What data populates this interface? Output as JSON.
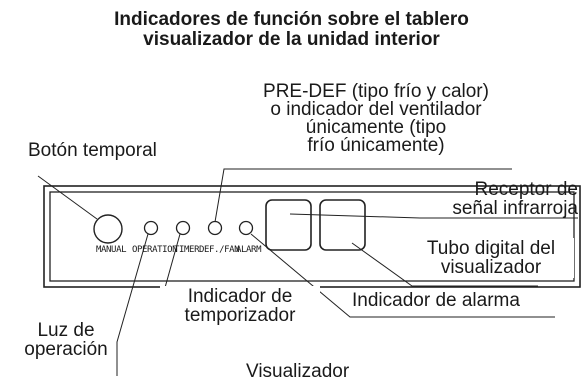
{
  "title": {
    "line1": "Indicadores de función sobre el tablero",
    "line2": "visualizador de la unidad interior"
  },
  "callouts": {
    "pre_def": {
      "line1": "PRE-DEF (tipo frío y calor)",
      "line2": "o indicador del ventilador",
      "line3": "únicamente (tipo",
      "line4": "frío únicamente)"
    },
    "manual_button": "Botón temporal",
    "receiver": {
      "line1": "Receptor de",
      "line2": "señal infrarroja"
    },
    "digital_tube": {
      "line1": "Tubo digital del",
      "line2": "visualizador"
    },
    "alarm": "Indicador de alarma",
    "timer": {
      "line1": "Indicador de",
      "line2": "temporizador"
    },
    "operation": {
      "line1": "Luz de",
      "line2": "operación"
    }
  },
  "panel": {
    "labels": {
      "manual": "MANUAL",
      "operation": "OPERATION",
      "timer": "TIMER",
      "def_fan": "DEF./FAN",
      "alarm": "ALARM"
    }
  },
  "caption": "Visualizador"
}
